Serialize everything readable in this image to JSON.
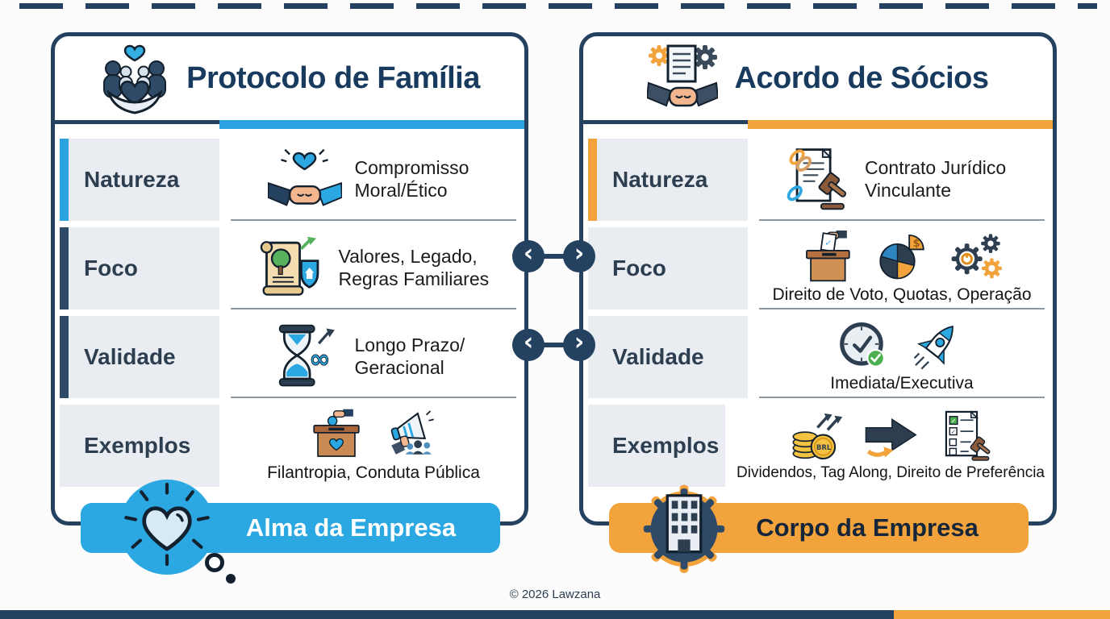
{
  "colors": {
    "navy": "#24415f",
    "blue": "#2ba3e0",
    "orange": "#f2a33c",
    "label_bg": "#e9ecf0",
    "title": "#173a5e"
  },
  "glyphs": {
    "chevron_left": "‹",
    "chevron_right": "›",
    "infinity": "∞",
    "dollar": "$",
    "check": "✓",
    "coin": "BRL"
  },
  "left": {
    "title": "Protocolo de Família",
    "header_icon": "family-hearts-icon",
    "banner": {
      "label": "Alma da Empresa",
      "icon": "heart-burst-icon"
    },
    "rows": [
      {
        "label": "Natureza",
        "value": "Compromisso Moral/Ético",
        "icons": [
          "handshake-heart-icon"
        ]
      },
      {
        "label": "Foco",
        "value": "Valores, Legado, Regras Familiares",
        "icons": [
          "scroll-tree-shield-icon"
        ]
      },
      {
        "label": "Validade",
        "value": "Longo Prazo/ Geracional",
        "icons": [
          "hourglass-infinity-icon"
        ]
      },
      {
        "label": "Exemplos",
        "value": "Filantropia, Conduta Pública",
        "icons": [
          "donation-box-icon",
          "megaphone-people-icon"
        ]
      }
    ]
  },
  "right": {
    "title": "Acordo de Sócios",
    "header_icon": "contract-handshake-gears-icon",
    "banner": {
      "label": "Corpo da Empresa",
      "icon": "building-gear-icon"
    },
    "rows": [
      {
        "label": "Natureza",
        "value": "Contrato Jurídico Vinculante",
        "icons": [
          "contract-chain-gavel-icon"
        ]
      },
      {
        "label": "Foco",
        "value": "Direito de Voto, Quotas, Operação",
        "icons": [
          "ballot-box-icon",
          "pie-chart-icon",
          "gears-icon"
        ]
      },
      {
        "label": "Validade",
        "value": "Imediata/Executiva",
        "icons": [
          "clock-check-icon",
          "rocket-icon"
        ]
      },
      {
        "label": "Exemplos",
        "value": "Dividendos, Tag Along, Direito de Preferência",
        "icons": [
          "coins-brl-icon",
          "transfer-arrows-icon",
          "checklist-gavel-icon"
        ]
      }
    ]
  },
  "footer": {
    "copyright": "© 2026 Lawzana"
  }
}
